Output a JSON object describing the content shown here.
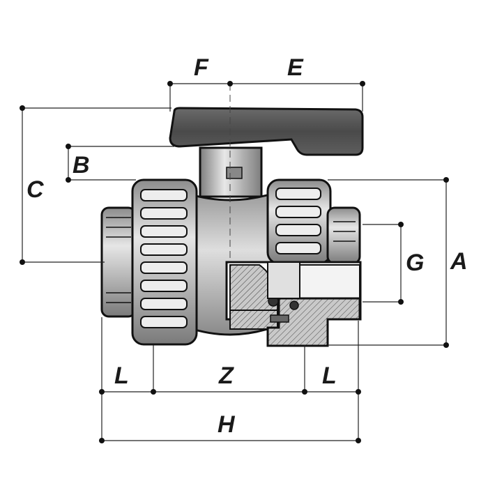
{
  "diagram": {
    "labels": {
      "A": "A",
      "B": "B",
      "C": "C",
      "E": "E",
      "F": "F",
      "G": "G",
      "H": "H",
      "L_left": "L",
      "L_right": "L",
      "Z": "Z"
    }
  },
  "colors": {
    "body_gray": "#a8a8a8",
    "light_gray": "#d9d9d9",
    "dark_handle": "#555555",
    "section_fill": "#c8c8c8",
    "outline": "#111111"
  }
}
